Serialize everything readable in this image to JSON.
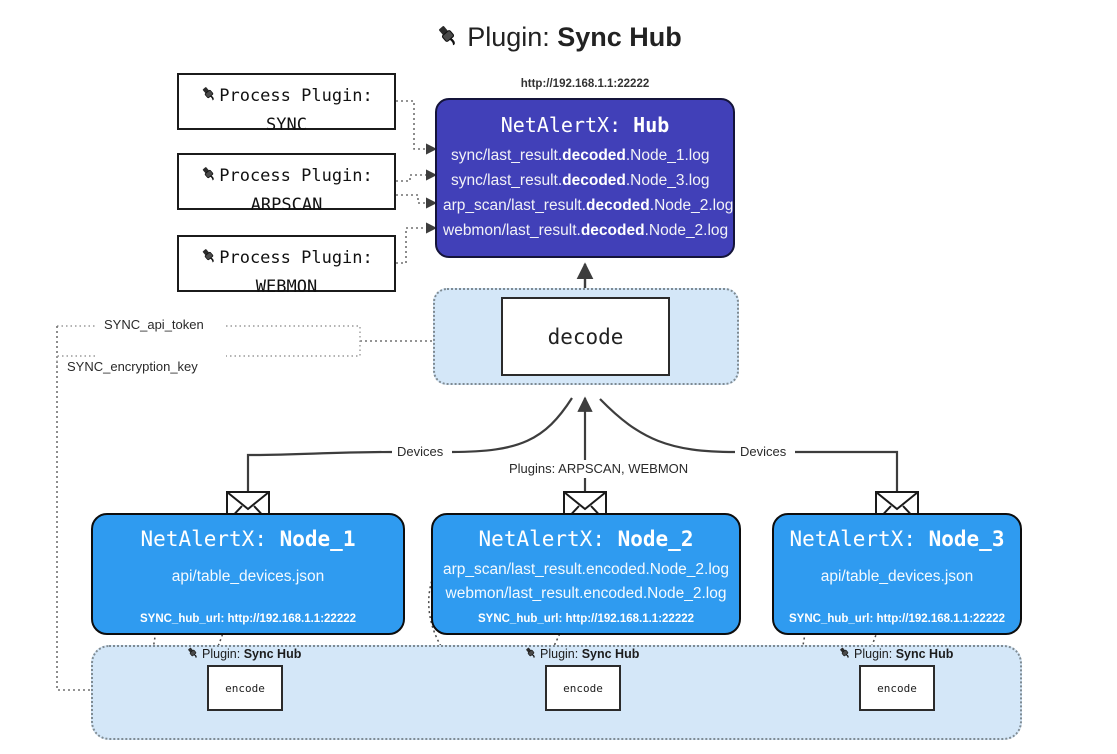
{
  "title": {
    "icon": "plug-icon",
    "prefix": "Plugin: ",
    "name": "Sync Hub"
  },
  "process_plugins": [
    {
      "icon": "plug-icon",
      "line1": "Process Plugin:",
      "line2": "SYNC"
    },
    {
      "icon": "plug-icon",
      "line1": "Process Plugin:",
      "line2": "ARPSCAN"
    },
    {
      "icon": "plug-icon",
      "line1": "Process Plugin:",
      "line2": "WEBMON"
    }
  ],
  "hub": {
    "url": "http://192.168.1.1:22222",
    "title_prefix": "NetAlertX: ",
    "title_name": "Hub",
    "lines": [
      {
        "pre": "sync/last_result.",
        "em": "decoded",
        "post": ".Node_1.log"
      },
      {
        "pre": "sync/last_result.",
        "em": "decoded",
        "post": ".Node_3.log"
      },
      {
        "pre": "arp_scan/last_result.",
        "em": "decoded",
        "post": ".Node_2.log"
      },
      {
        "pre": "webmon/last_result.",
        "em": "decoded",
        "post": ".Node_2.log"
      }
    ]
  },
  "decode": {
    "label": "decode"
  },
  "settings": {
    "api_token": "SYNC_api_token",
    "encryption_key": "SYNC_encryption_key"
  },
  "edge_labels": {
    "devices_left": "Devices",
    "devices_right": "Devices",
    "plugins_center": "Plugins: ARPSCAN, WEBMON"
  },
  "nodes": [
    {
      "icon": "envelope-icon",
      "title_prefix": "NetAlertX: ",
      "title_name": "Node_1",
      "lines": [
        "api/table_devices.json"
      ],
      "footer": "SYNC_hub_url: http://192.168.1.1:22222"
    },
    {
      "icon": "envelope-icon",
      "title_prefix": "NetAlertX: ",
      "title_name": "Node_2",
      "lines": [
        "arp_scan/last_result.encoded.Node_2.log",
        "webmon/last_result.encoded.Node_2.log"
      ],
      "footer": "SYNC_hub_url: http://192.168.1.1:22222"
    },
    {
      "icon": "envelope-icon",
      "title_prefix": "NetAlertX: ",
      "title_name": "Node_3",
      "lines": [
        "api/table_devices.json"
      ],
      "footer": "SYNC_hub_url: http://192.168.1.1:22222"
    }
  ],
  "encoders": [
    {
      "icon": "plug-icon",
      "tag_prefix": "Plugin: ",
      "tag_name": "Sync Hub",
      "label": "encode"
    },
    {
      "icon": "plug-icon",
      "tag_prefix": "Plugin: ",
      "tag_name": "Sync Hub",
      "label": "encode"
    },
    {
      "icon": "plug-icon",
      "tag_prefix": "Plugin: ",
      "tag_name": "Sync Hub",
      "label": "encode"
    }
  ],
  "colors": {
    "hub_fill": "#4140b8",
    "node_fill": "#2f9bf0",
    "zone_fill": "#d4e7f8",
    "stroke": "#333333",
    "page_bg": "#ffffff"
  }
}
